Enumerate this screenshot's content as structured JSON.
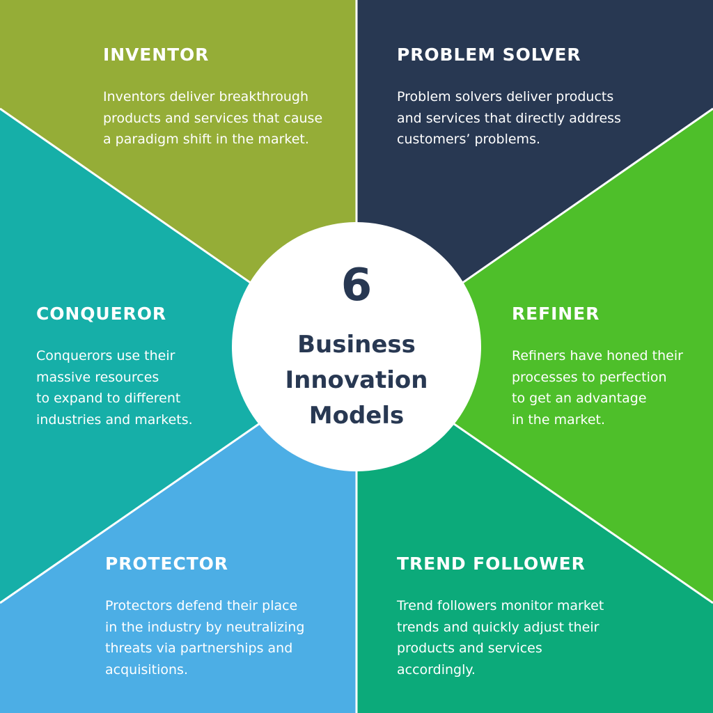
{
  "center": {
    "number": "6",
    "title_lines": [
      "Business",
      "Innovation",
      "Models"
    ]
  },
  "colors": {
    "inventor": "#95AD37",
    "problem_solver": "#283852",
    "refiner": "#4EBF2A",
    "trend_follower": "#0CAA7A",
    "protector": "#4CAEE5",
    "conqueror": "#16AFA8",
    "center_circle": "#FFFFFF",
    "center_text": "#283852",
    "divider": "#FFFFFF"
  },
  "models": {
    "inventor": {
      "title": "INVENTOR",
      "lines": [
        "Inventors deliver breakthrough",
        "products and services that cause",
        "a paradigm shift in the market."
      ]
    },
    "problem_solver": {
      "title": "PROBLEM SOLVER",
      "lines": [
        "Problem solvers deliver products",
        "and services that directly address",
        "customers’ problems."
      ]
    },
    "conqueror": {
      "title": "CONQUEROR",
      "lines": [
        "Conquerors use their",
        "massive resources",
        "to expand to different",
        "industries and markets."
      ]
    },
    "refiner": {
      "title": "REFINER",
      "lines": [
        "Refiners have honed their",
        "processes to perfection",
        "to get an advantage",
        "in the market."
      ]
    },
    "protector": {
      "title": "PROTECTOR",
      "lines": [
        "Protectors defend their place",
        "in the industry by neutralizing",
        "threats via partnerships and",
        "acquisitions."
      ]
    },
    "trend_follower": {
      "title": "TREND FOLLOWER",
      "lines": [
        "Trend followers monitor market",
        "trends and quickly adjust their",
        "products and services",
        "accordingly."
      ]
    }
  }
}
